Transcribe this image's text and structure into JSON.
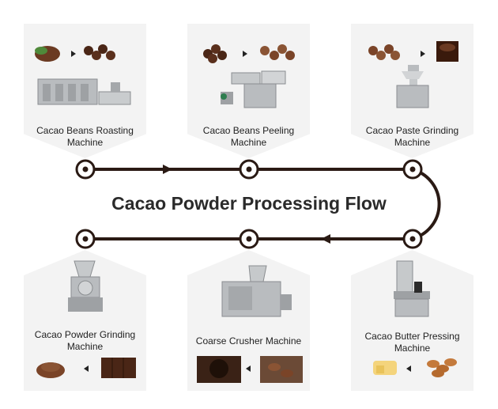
{
  "title": "Cacao Powder Processing Flow",
  "steps": [
    {
      "line1": "Cacao Beans Roasting",
      "line2": "Machine"
    },
    {
      "line1": "Cacao Beans Peeling",
      "line2": "Machine"
    },
    {
      "line1": "Cacao Paste Grinding",
      "line2": "Machine"
    },
    {
      "line1": "Cacao Butter Pressing",
      "line2": "Machine"
    },
    {
      "line1": "Coarse Crusher Machine",
      "line2": ""
    },
    {
      "line1": "Cacao Powder Grinding",
      "line2": "Machine"
    }
  ],
  "colors": {
    "flow_line": "#2a1a14",
    "card_bg": "#f3f3f3",
    "cocoa": "#5a2f1c",
    "steel": "#b9bcbf"
  }
}
